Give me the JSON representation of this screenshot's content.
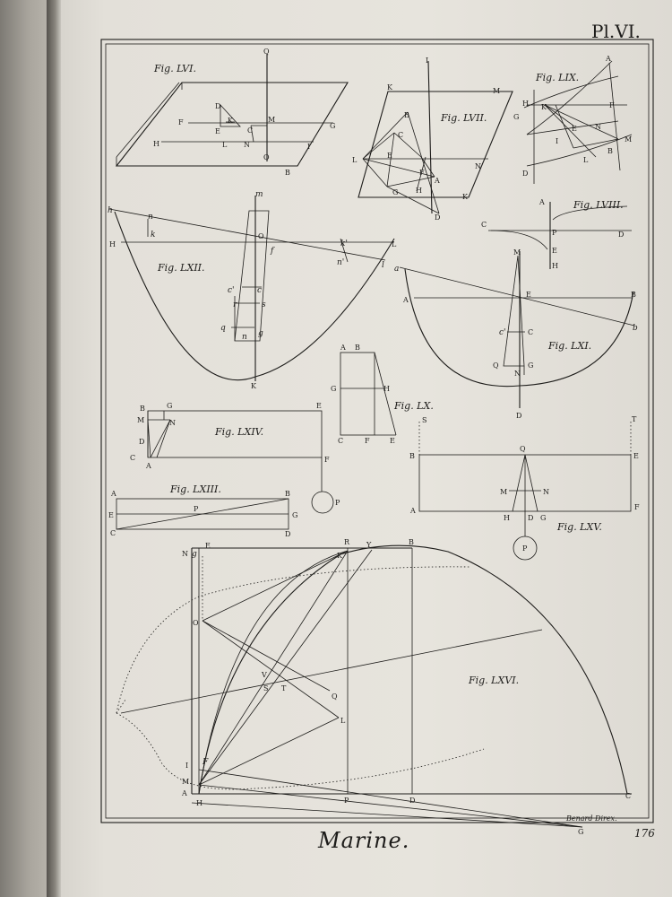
{
  "plate": {
    "number": "Pl.VI.",
    "title": "Marine.",
    "engraver": "Benard Direx.",
    "page_number": "176"
  },
  "figures": {
    "f56": {
      "caption": "Fig. LVI.",
      "points": [
        "Q",
        "D",
        "K",
        "F",
        "E",
        "C",
        "M",
        "H",
        "L",
        "N",
        "O",
        "G",
        "I",
        "B"
      ]
    },
    "f57": {
      "caption": "Fig. LVII.",
      "points": [
        "I",
        "K",
        "M",
        "B",
        "C",
        "L",
        "E",
        "A",
        "N",
        "G",
        "H",
        "D",
        "F",
        "K"
      ]
    },
    "f59": {
      "caption": "Fig. LIX.",
      "points": [
        "A",
        "H",
        "K",
        "F",
        "G",
        "E",
        "I",
        "N",
        "M",
        "L",
        "B",
        "D"
      ]
    },
    "f58": {
      "caption": "Fig. LVIII.",
      "points": [
        "A",
        "C",
        "P",
        "D",
        "E",
        "H"
      ]
    },
    "f62": {
      "caption": "Fig. LXII.",
      "points": [
        "h",
        "n",
        "k",
        "H",
        "m",
        "O",
        "f",
        "k'",
        "n'",
        "L",
        "l",
        "c'",
        "c",
        "r",
        "s",
        "q",
        "n",
        "g",
        "K"
      ]
    },
    "f61": {
      "caption": "Fig. LXI.",
      "points": [
        "a",
        "A",
        "M",
        "E",
        "B",
        "c'",
        "C",
        "b",
        "Q",
        "N",
        "G",
        "D"
      ]
    },
    "f60": {
      "caption": "Fig. LX.",
      "points": [
        "A",
        "B",
        "G",
        "H",
        "C",
        "F",
        "E"
      ]
    },
    "f64": {
      "caption": "Fig. LXIV.",
      "points": [
        "B",
        "G",
        "M",
        "N",
        "D",
        "C",
        "A",
        "E",
        "F",
        "P"
      ]
    },
    "f63": {
      "caption": "Fig. LXIII.",
      "points": [
        "A",
        "B",
        "E",
        "P",
        "G",
        "C",
        "D"
      ]
    },
    "f65": {
      "caption": "Fig. LXV.",
      "points": [
        "S",
        "T",
        "B",
        "Q",
        "E",
        "M",
        "N",
        "A",
        "H",
        "D",
        "G",
        "F",
        "P"
      ]
    },
    "f66": {
      "caption": "Fig. LXVI.",
      "points": [
        "N",
        "g",
        "E",
        "R",
        "Y",
        "B",
        "K",
        "O",
        "V",
        "S",
        "T",
        "Q",
        "L",
        "I",
        "F",
        "M",
        "A",
        "H",
        "P",
        "D",
        "C",
        "G"
      ]
    }
  }
}
